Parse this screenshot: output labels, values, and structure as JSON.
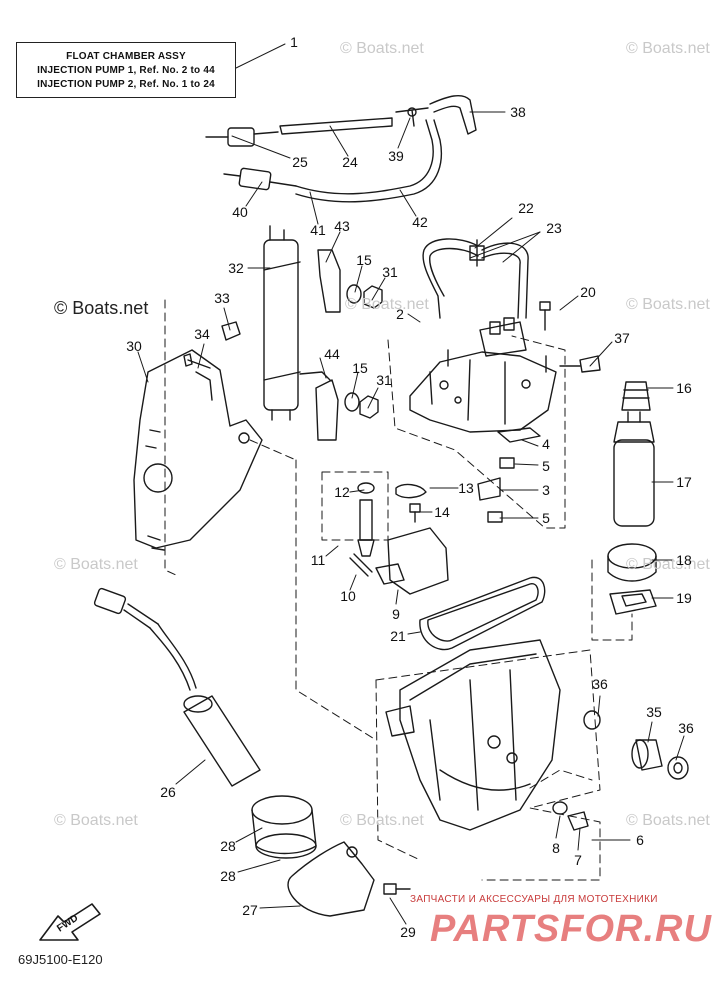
{
  "reference_box": {
    "title": "FLOAT CHAMBER ASSY",
    "line1": "INJECTION PUMP 1,  Ref. No. 2 to 44",
    "line2": "INJECTION PUMP 2,  Ref. No. 1 to 24"
  },
  "watermarks": {
    "text": "© Boats.net",
    "main_text": "© Boats.net"
  },
  "diagram_code": "69J5100-E120",
  "fwd_label": "FWD",
  "shop": {
    "tagline": "ЗАПЧАСТИ И АКСЕССУАРЫ ДЛЯ МОТОТЕХНИКИ",
    "logo": "PARTSFOR.RU"
  },
  "callouts": [
    "1",
    "2",
    "3",
    "4",
    "5",
    "5",
    "6",
    "7",
    "8",
    "9",
    "10",
    "11",
    "12",
    "13",
    "14",
    "15",
    "15",
    "16",
    "17",
    "18",
    "19",
    "20",
    "21",
    "22",
    "23",
    "24",
    "25",
    "26",
    "27",
    "28",
    "28",
    "29",
    "30",
    "31",
    "31",
    "32",
    "33",
    "34",
    "35",
    "36",
    "36",
    "37",
    "38",
    "39",
    "40",
    "41",
    "42",
    "43",
    "44"
  ]
}
